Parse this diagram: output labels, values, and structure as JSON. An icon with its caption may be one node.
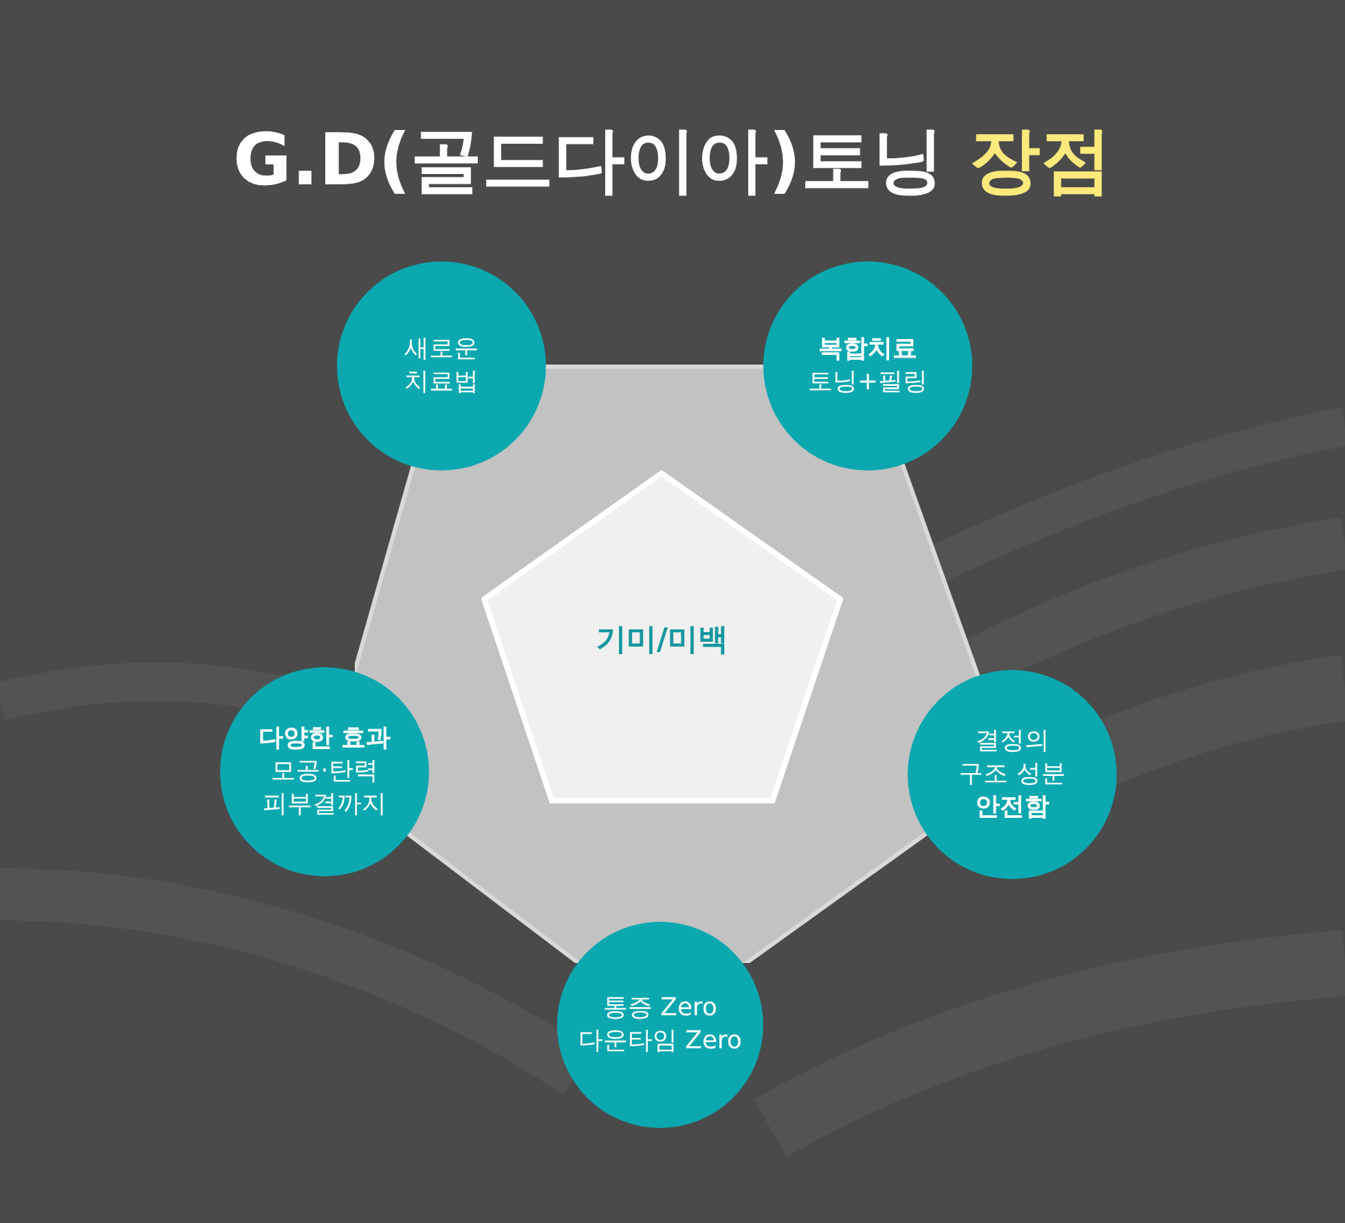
{
  "diagram": {
    "title": "G.D(골드다이아)토닝 장점",
    "nodes": [
      {
        "text": [],
        "shape": "pentagon"
      },
      {
        "text": [
          "새로운 치료법"
        ]
      },
      {
        "text": [
          "복합치료",
          "토닝+필링"
        ]
      },
      {
        "text": [
          "기미/미백"
        ],
        "in": 0
      },
      {
        "text": [
          "다양한 효과",
          "모공·탄력 피부결까지"
        ]
      },
      {
        "text": [
          "결정의 구조 성분 **안전함**"
        ]
      },
      {
        "text": [
          "통증 Zero 다운타임 Zero"
        ]
      }
    ]
  }
}
